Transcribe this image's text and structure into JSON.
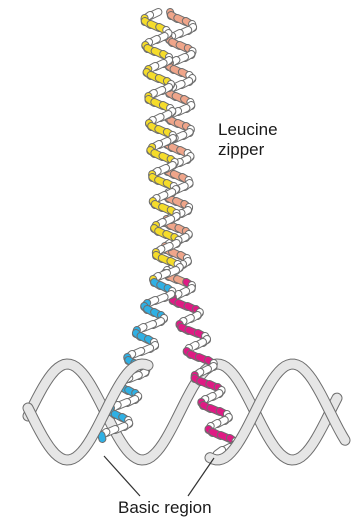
{
  "labels": {
    "leucine_line1": "Leucine",
    "leucine_line2": "zipper",
    "basic_region": "Basic region"
  },
  "colors": {
    "helix_left_upper": "#f5dc2a",
    "helix_right_upper": "#efa58a",
    "helix_left_lower": "#2fb0e4",
    "helix_right_lower": "#df1a84",
    "helix_back": "#ffffff",
    "dna": "#e6e6e6",
    "outline": "#6e6e6e"
  },
  "icons": {
    "structure": "leucine-zipper-dna-complex-icon"
  }
}
